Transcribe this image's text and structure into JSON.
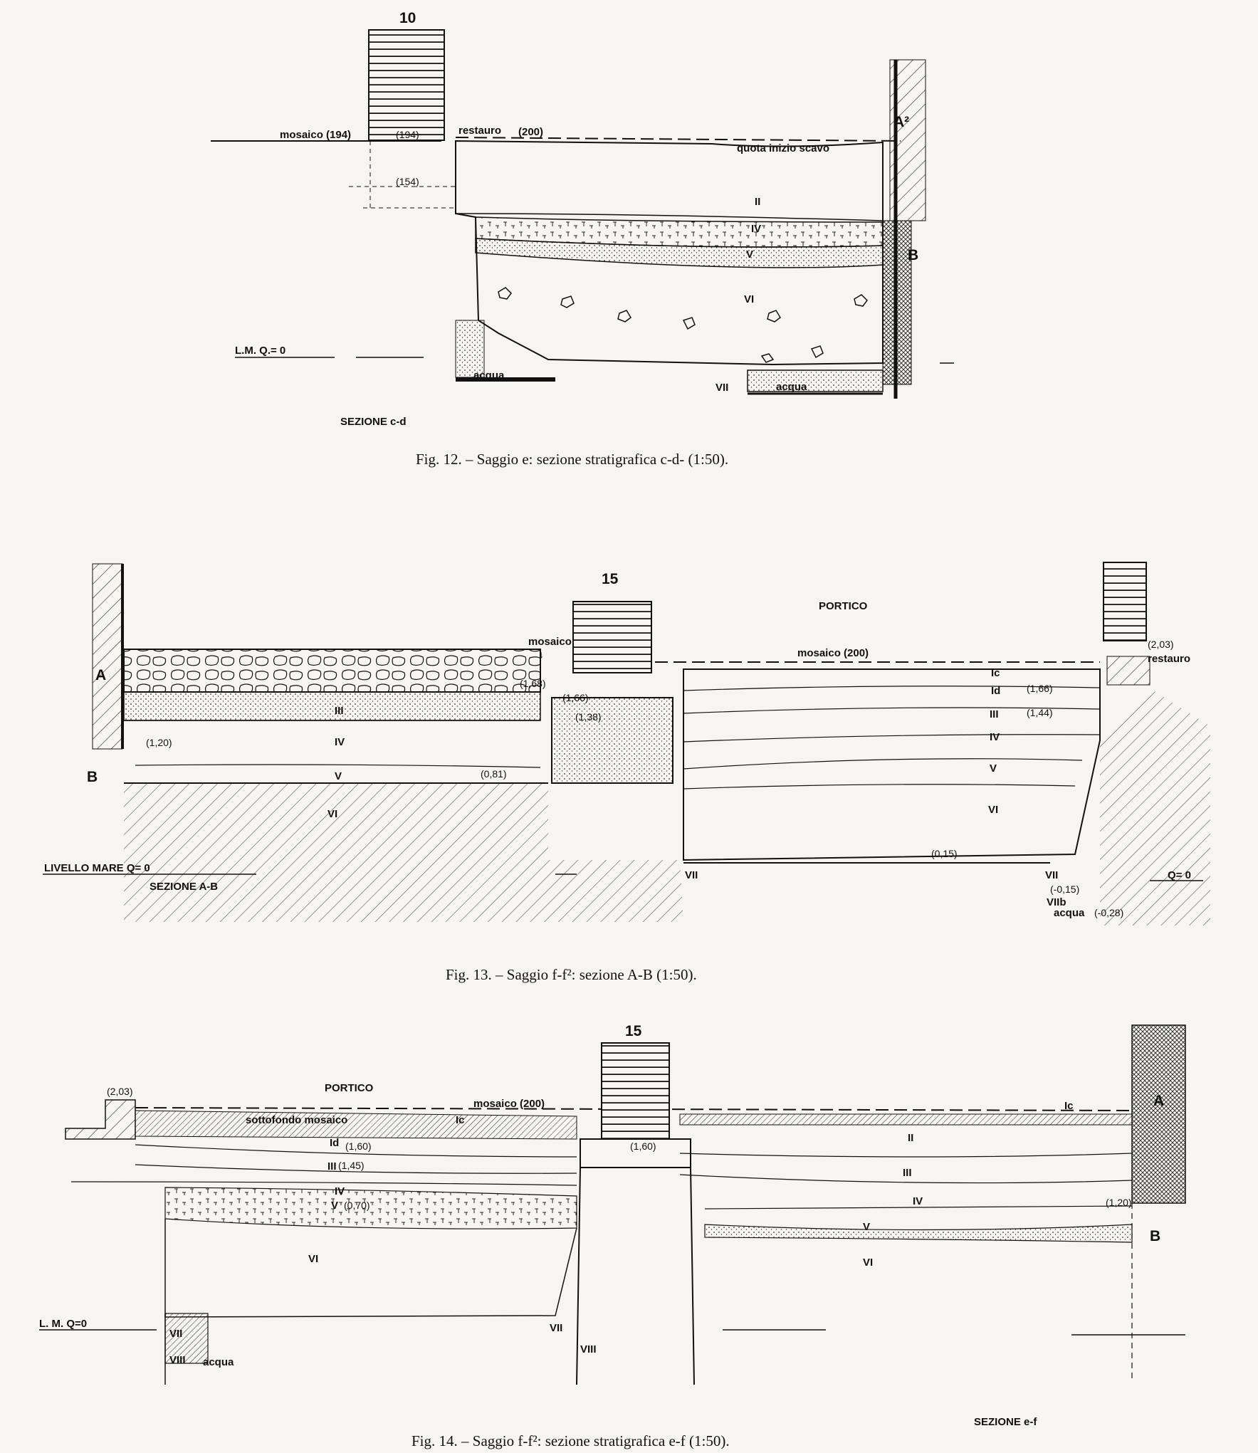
{
  "figures": [
    {
      "id": "fig12",
      "caption": "Fig. 12. – Saggio e: sezione stratigrafica c-d- (1:50).",
      "section_title": "SEZIONE c-d",
      "pillar_number": "10",
      "labels": {
        "mosaic": "mosaico (194)",
        "pillar_top": "(194)",
        "restoration": "restauro",
        "restoration_level": "(200)",
        "excavation_start": "quota inizio scavo",
        "mid_level": "(154)",
        "sea_level": "L.M. Q.= 0",
        "water_left": "acqua",
        "water_right": "acqua",
        "wall_upper": "A²",
        "wall_lower": "B"
      },
      "layers": [
        "II",
        "IV",
        "V",
        "VI",
        "VII"
      ]
    },
    {
      "id": "fig13",
      "caption": "Fig. 13. – Saggio f-f²: sezione A-B (1:50).",
      "section_title": "SEZIONE A-B",
      "pillar_number": "15",
      "labels": {
        "portico": "PORTICO",
        "mosaic_left": "mosaico",
        "mosaic_right": "mosaico (200)",
        "restoration": "restauro",
        "sea_level": "LIVELLO MARE Q= 0",
        "q0_right": "Q= 0",
        "water": "acqua",
        "wall_upper": "A",
        "wall_lower": "B"
      },
      "levels": [
        "(1,68)",
        "(1,66)",
        "(1,38)",
        "(1,20)",
        "(0,81)",
        "(1,66)",
        "(1,44)",
        "(2,03)",
        "(0,15)",
        "(-0,15)",
        "(-0,28)"
      ],
      "layers": [
        "Ic",
        "Id",
        "III",
        "IV",
        "V",
        "VI",
        "VII",
        "VIIb"
      ]
    },
    {
      "id": "fig14",
      "caption": "Fig. 14. – Saggio f-f²: sezione stratigrafica e-f (1:50).",
      "section_title": "SEZIONE e-f",
      "pillar_number": "15",
      "labels": {
        "portico": "PORTICO",
        "subfloor": "sottofondo mosaico",
        "mosaic": "mosaico (200)",
        "sea_level": "L. M. Q=0",
        "water": "acqua",
        "wall_upper": "A",
        "wall_lower": "B"
      },
      "levels": [
        "(2,03)",
        "(1,60)",
        "(1,45)",
        "(1,60)",
        "(0,70)",
        "(1,20)"
      ],
      "layers": [
        "Ic",
        "Id",
        "II",
        "III",
        "IV",
        "V",
        "VI",
        "VII",
        "VIII"
      ]
    }
  ]
}
